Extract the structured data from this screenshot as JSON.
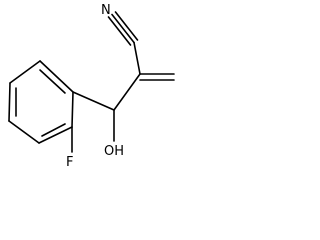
{
  "molecule": {
    "atoms": {
      "nitrile_n": "N",
      "hydroxyl": "OH",
      "fluorine": "F"
    }
  },
  "colors": {
    "bond": "#000000",
    "label": "#000000",
    "background": "#ffffff"
  }
}
